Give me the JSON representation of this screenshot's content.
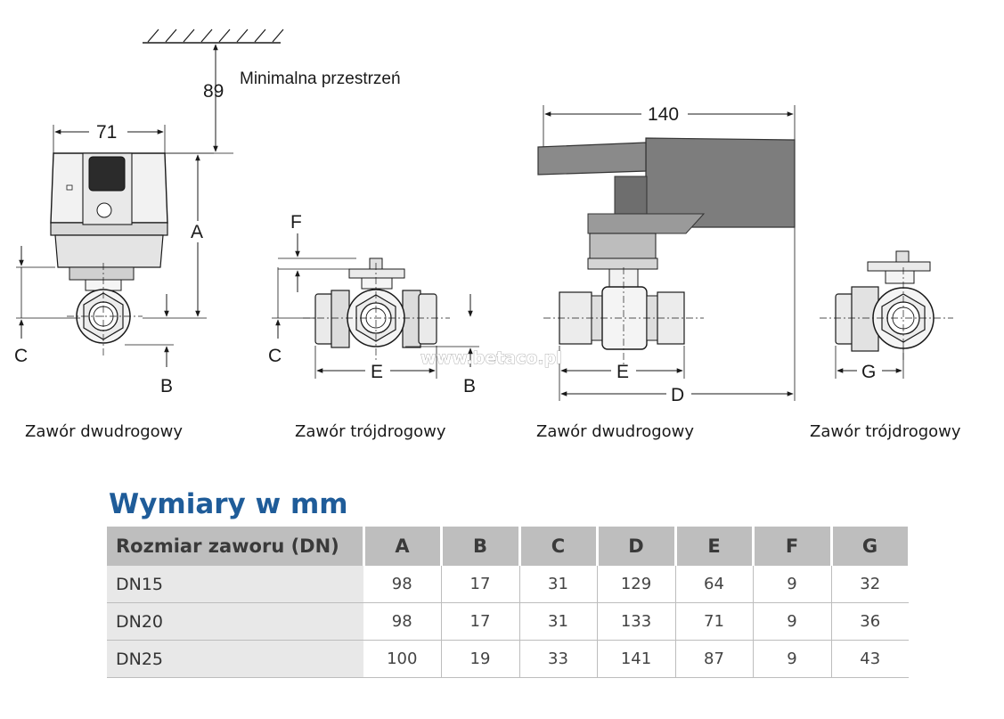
{
  "drawing": {
    "dimensions": {
      "clearance": "89",
      "clearance_note": "Minimalna przestrzeń",
      "width_2way": "71",
      "length_side": "140",
      "A": "A",
      "B": "B",
      "C": "C",
      "D": "D",
      "E": "E",
      "F": "F",
      "G": "G"
    },
    "watermark": "www.betaco.pl",
    "captions": [
      "Zawór dwudrogowy",
      "Zawór trójdrogowy",
      "Zawór dwudrogowy",
      "Zawór trójdrogowy"
    ]
  },
  "table": {
    "title": "Wymiary w mm",
    "headers": [
      "Rozmiar zaworu (DN)",
      "A",
      "B",
      "C",
      "D",
      "E",
      "F",
      "G"
    ],
    "rows": [
      [
        "DN15",
        "98",
        "17",
        "31",
        "129",
        "64",
        "9",
        "32"
      ],
      [
        "DN20",
        "98",
        "17",
        "31",
        "133",
        "71",
        "9",
        "36"
      ],
      [
        "DN25",
        "100",
        "19",
        "33",
        "141",
        "87",
        "9",
        "43"
      ]
    ]
  },
  "colors": {
    "title_blue": "#1f5c99",
    "header_gray": "#bebebe",
    "first_col_gray": "#e8e8e8"
  }
}
